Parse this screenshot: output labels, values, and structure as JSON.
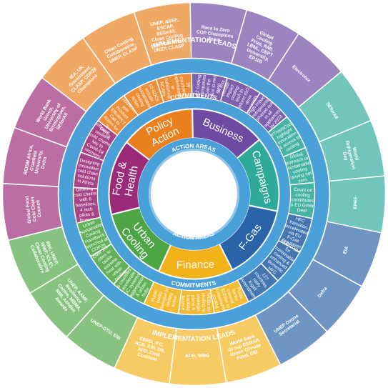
{
  "band_labels": {
    "implementation_leads": "IMPLEMENTATION LEADS",
    "commitments": "COMMITMENTS",
    "action_areas": "ACTION AREAS"
  },
  "action_areas": [
    {
      "id": "food-health",
      "label": "Food & Health",
      "color": "#9b2a78"
    },
    {
      "id": "policy-action",
      "label": "Policy Action",
      "color": "#e9801d"
    },
    {
      "id": "business",
      "label": "Business",
      "color": "#6e4aa3"
    },
    {
      "id": "campaigns",
      "label": "Campaigns",
      "color": "#2ea99a"
    },
    {
      "id": "f-gas",
      "label": "F-Gas",
      "color": "#2a63a7"
    },
    {
      "id": "finance",
      "label": "Finance",
      "color": "#f2b21a"
    },
    {
      "id": "urban-cooling",
      "label": "Urban Cooling",
      "color": "#4ea545"
    }
  ],
  "commitments": [
    {
      "area": "food-health",
      "text": "Growing cold chains with 6 baselines, 4 tech pilots & finance"
    },
    {
      "area": "food-health",
      "text": "Designing innovative cold chain solutions in Africa"
    },
    {
      "area": "food-health",
      "text": "Drive resilient cold chains key to Covid-19 recovery"
    },
    {
      "area": "policy-action",
      "text": "14 countries join Product Efficiency Call to Action for 2x efficiency"
    },
    {
      "area": "policy-action",
      "text": "53 NDCs include sustainable cooling action"
    },
    {
      "area": "policy-action",
      "text": "39 countries implementing or publishing NCAPs"
    },
    {
      "area": "business",
      "text": "12 cooling companies join the race to net zero"
    },
    {
      "area": "business",
      "text": "5x less climate impact cooling tech to inform ISO, drive energy productivity"
    },
    {
      "area": "business",
      "text": "High impact refrigerants phased out in all appliances by 2023"
    },
    {
      "area": "campaigns",
      "text": "#ThisIsCool highlight innovation & access to cooling"
    },
    {
      "area": "campaigns",
      "text": "Global outreach on sustainable cooling driving net zero"
    },
    {
      "area": "campaigns",
      "text": "Count on cooling contributes to EU Green Deal"
    },
    {
      "area": "f-gas",
      "text": "HFC transition accelerated via EU F-Gas regulation"
    },
    {
      "area": "f-gas",
      "text": "£12m ODA for sustainable cooling & enhanced domestic HFC legislation"
    },
    {
      "area": "f-gas",
      "text": "127 countries ratify Kigali Amendment"
    },
    {
      "area": "finance",
      "text": "Public banks commit $185bn to sustainable cooling"
    },
    {
      "area": "finance",
      "text": "MDBs tie cooling to strategic plans & tracking finance"
    },
    {
      "area": "finance",
      "text": "Public banks dialogue on cooling action"
    },
    {
      "area": "urban-cooling",
      "text": "6 countries accelerate DC systems, aggregation & urban hubs"
    },
    {
      "area": "urban-cooling",
      "text": "Over 100 cities to tackle extreme heat with urban cooling"
    },
    {
      "area": "urban-cooling",
      "text": "Urban Sustainable Cooling Handbook launched at COP26"
    }
  ],
  "implementation_leads": [
    {
      "area": "food-health",
      "text": "Global Food Cold Chain Council"
    },
    {
      "area": "food-health",
      "text": "REISM Africa, Cranfield University, Defra"
    },
    {
      "area": "food-health",
      "text": "World Bank Group, University of Birmingham, SEforAll"
    },
    {
      "area": "policy-action",
      "text": "IEA, UK Government, CLASP, COP26 Champions"
    },
    {
      "area": "policy-action",
      "text": "Clean Cooling Collaborative, UNEP, CLASP"
    },
    {
      "area": "policy-action",
      "text": "UNEP, AEEE, ESCAP, SEforAll, Clean Cooling Collaborative, UNEP, CLASP"
    },
    {
      "area": "business",
      "text": "Race to Zero COP Champions Team"
    },
    {
      "area": "business",
      "text": "Global Cooling Prize, RMI, LBNL, CEPT University, EP100"
    },
    {
      "area": "business",
      "text": "Electrolux"
    },
    {
      "area": "campaigns",
      "text": "SEforAll"
    },
    {
      "area": "campaigns",
      "text": "World Refrigeration Day"
    },
    {
      "area": "campaigns",
      "text": "EPEE"
    },
    {
      "area": "f-gas",
      "text": "EIA"
    },
    {
      "area": "f-gas",
      "text": "Defra"
    },
    {
      "area": "f-gas",
      "text": "UNEP Ozone Secretariat"
    },
    {
      "area": "finance",
      "text": "World Bank Group ESMAP, Green Climate Fund, EIB"
    },
    {
      "area": "finance",
      "text": "ADB, WBG"
    },
    {
      "area": "finance",
      "text": "EBRD, IFC, ADB, EIB, DB, AFD, Cool Coalition"
    },
    {
      "area": "urban-cooling",
      "text": "UNEP-DTU, EIB"
    },
    {
      "area": "urban-cooling",
      "text": "UNEP, AAMF, Resilience Centre, MBMA, RMI, Ashden Awards"
    },
    {
      "area": "urban-cooling",
      "text": "RMI, UNEP, WWF, ICLEI, Clean Cooling Collaborative"
    }
  ]
}
